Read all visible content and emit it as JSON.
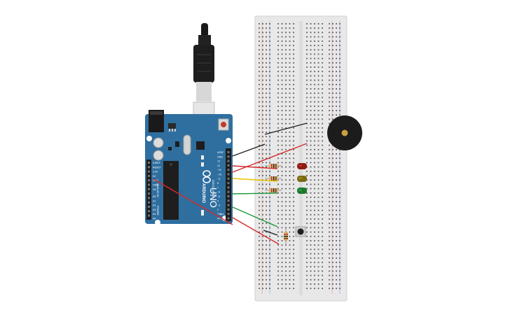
{
  "board": {
    "logo_text": "ARDUINO",
    "model_text": "UNO",
    "header_labels": [
      "AREF",
      "GND",
      "13",
      "12",
      "~11",
      "~10",
      "~9",
      "8",
      "7",
      "~6",
      "~5",
      "4",
      "~3",
      "2",
      "TX▶1",
      "RX◀0"
    ],
    "digital_label": "DIGITAL (PWM ~)",
    "power_labels": [
      "IOREF",
      "RESET",
      "3.3V",
      "5V",
      "GND",
      "GND",
      "Vin"
    ],
    "analog_labels": [
      "A0",
      "A1",
      "A2",
      "A3",
      "A4",
      "A5"
    ],
    "power_title": "POWER",
    "analog_title": "ANALOG IN"
  },
  "colors": {
    "board": "#2f6fa0",
    "board_dark": "#235a85",
    "breadboard": "#e8e8e8",
    "wire_black": "#222222",
    "wire_red": "#d42a2a",
    "wire_yellow": "#e8c400",
    "wire_green": "#1e9a3c",
    "led_red": "#8e1b14",
    "led_yellow": "#7a6a12",
    "led_green": "#1a7a2a",
    "buzzer": "#1c1c1c",
    "buzzer_center": "#c8a040"
  },
  "components": {
    "leds": [
      "red-led",
      "yellow-led",
      "green-led"
    ],
    "resistor_count": 4,
    "buzzer": "piezo-buzzer",
    "button": "push-button",
    "usb": "usb-cable"
  }
}
